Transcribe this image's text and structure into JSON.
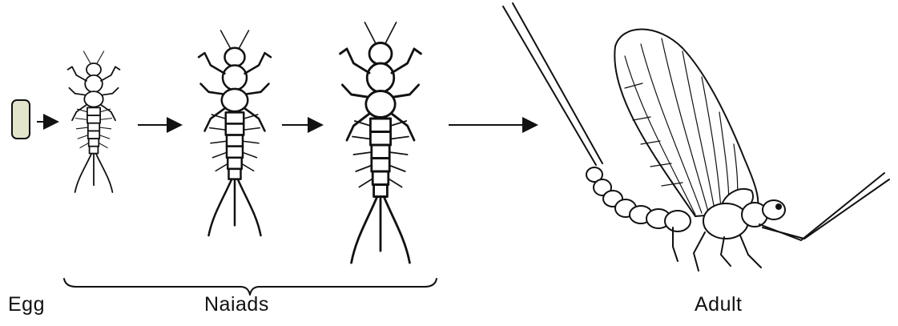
{
  "labels": {
    "egg": "Egg",
    "naiads": "Naiads",
    "adult": "Adult"
  },
  "colors": {
    "ink": "#111111",
    "background": "#ffffff",
    "egg_fill": "#e4e4cc"
  },
  "stages": [
    "egg",
    "naiad-1",
    "naiad-2",
    "naiad-3",
    "adult"
  ]
}
